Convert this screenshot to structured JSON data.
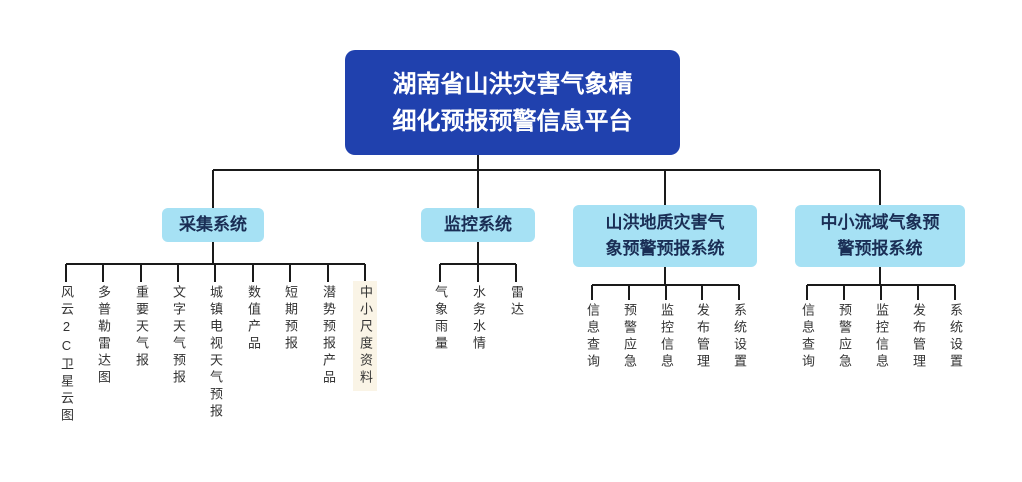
{
  "root": {
    "title": "湖南省山洪灾害气象精\n细化预报预警信息平台"
  },
  "branches": [
    {
      "label": "采集系统",
      "leaves": [
        "风云2C卫星云图",
        "多普勒雷达图",
        "重要天气报",
        "文字天气预报",
        "城镇电视天气预报",
        "数值产品",
        "短期预报",
        "潜势预报产品",
        "中小尺度资料"
      ]
    },
    {
      "label": "监控系统",
      "leaves": [
        "气象雨量",
        "水务水情",
        "雷达"
      ]
    },
    {
      "label": "山洪地质灾害气\n象预警预报系统",
      "leaves": [
        "信息查询",
        "预警应急",
        "监控信息",
        "发布管理",
        "系统设置"
      ]
    },
    {
      "label": "中小流域气象预\n警预报系统",
      "leaves": [
        "信息查询",
        "预警应急",
        "监控信息",
        "发布管理",
        "系统设置"
      ]
    }
  ],
  "colors": {
    "root_bg": "#2041ae",
    "root_text": "#ffffff",
    "branch_bg": "#a6e1f4",
    "branch_text": "#1a2e55",
    "line": "#1a1a1a",
    "leaf_text": "#333333",
    "highlight_bg": "#faf4e6"
  }
}
